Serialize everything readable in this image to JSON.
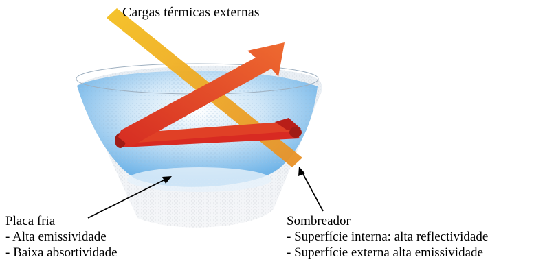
{
  "title": "Cargas térmicas externas",
  "placa": {
    "name": "Placa fria",
    "props": [
      "- Alta emissividade",
      "- Baixa absortividade"
    ]
  },
  "sombreador": {
    "name": "Sombreador",
    "props": [
      "- Superfície interna: alta reflectividade",
      "- Superfície externa alta emissividade"
    ]
  },
  "colors": {
    "incoming_arrow": "#f0b020",
    "reflected_arrow": "#e8502a",
    "emitted_band": "#d82a22",
    "cone_blue": "#6fb4e8"
  }
}
